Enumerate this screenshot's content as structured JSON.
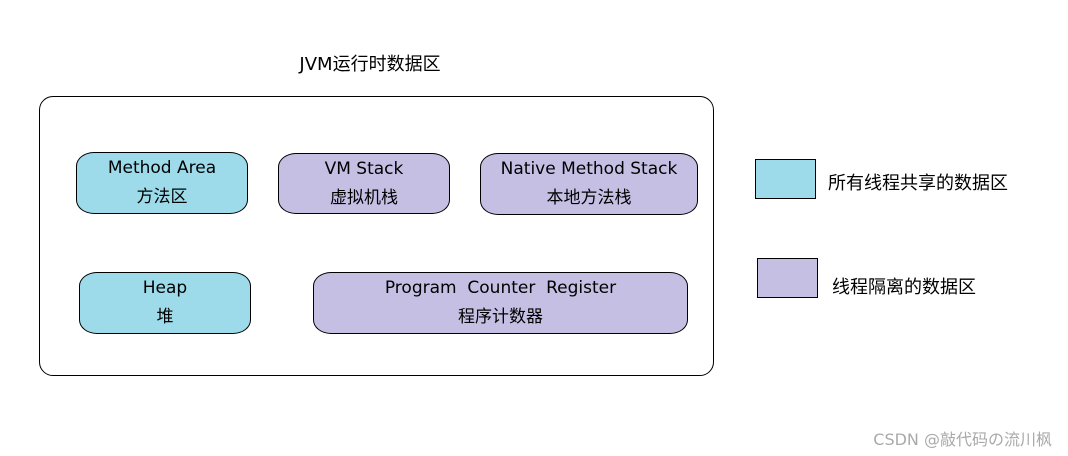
{
  "title": "JVM运行时数据区",
  "colors": {
    "shared": "#9ddbeb",
    "isolated": "#c6bfe4"
  },
  "regions": {
    "method_area": {
      "en": "Method Area",
      "zh": "方法区",
      "group": "shared"
    },
    "vm_stack": {
      "en": "VM Stack",
      "zh": "虚拟机栈",
      "group": "isolated"
    },
    "native_stack": {
      "en": "Native Method Stack",
      "zh": "本地方法栈",
      "group": "isolated"
    },
    "heap": {
      "en": "Heap",
      "zh": "堆",
      "group": "shared"
    },
    "pc_register": {
      "en": "Program  Counter  Register",
      "zh": "程序计数器",
      "group": "isolated"
    }
  },
  "legend": {
    "shared": "所有线程共享的数据区",
    "isolated": "线程隔离的数据区"
  },
  "watermark": "CSDN @敲代码の流川枫"
}
